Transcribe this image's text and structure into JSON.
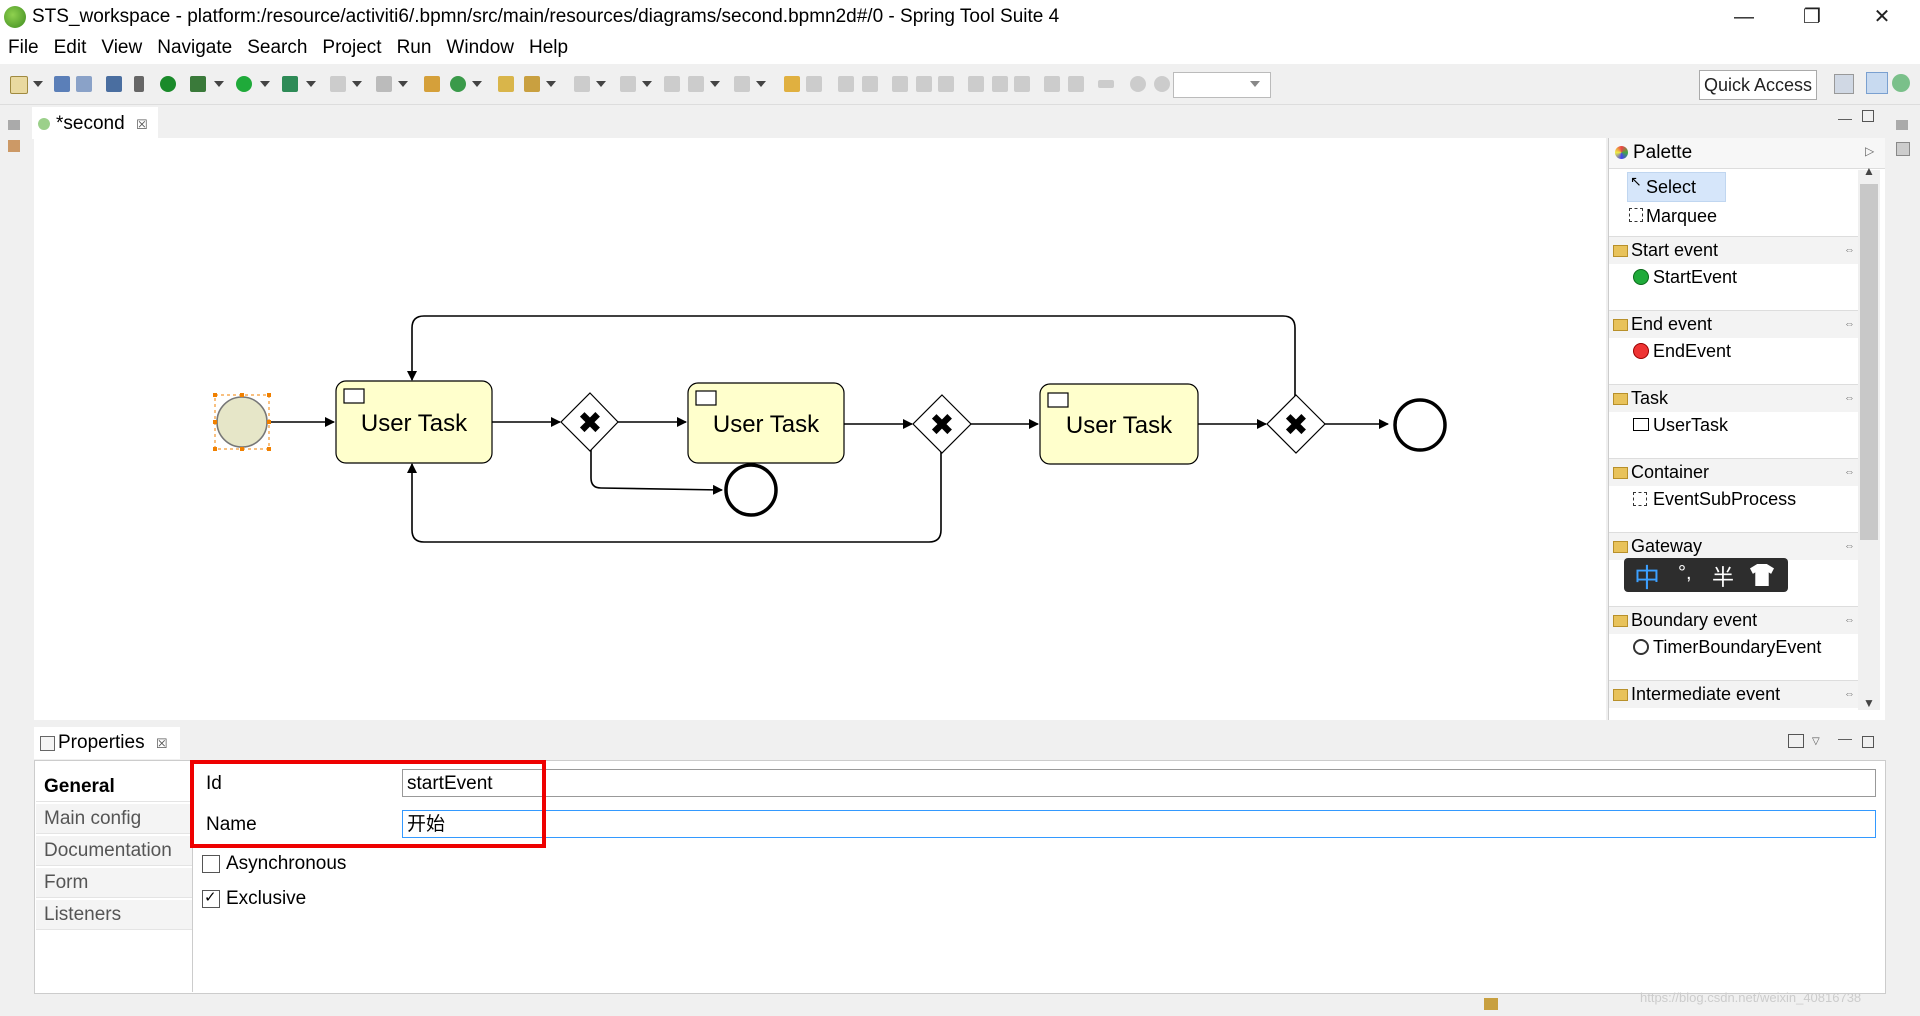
{
  "window": {
    "title": "STS_workspace - platform:/resource/activiti6/.bpmn/src/main/resources/diagrams/second.bpmn2d#/0 - Spring Tool Suite 4",
    "minimize": "—",
    "restore": "❐",
    "close": "✕"
  },
  "menu": [
    "File",
    "Edit",
    "View",
    "Navigate",
    "Search",
    "Project",
    "Run",
    "Window",
    "Help"
  ],
  "toolbar": {
    "quick_access": "Quick Access"
  },
  "editor": {
    "tab_label": "*second",
    "tab_close": "☒"
  },
  "diagram": {
    "tasks": [
      {
        "label": "User Task"
      },
      {
        "label": "User Task"
      },
      {
        "label": "User Task"
      }
    ],
    "gateway_symbol": "✖"
  },
  "palette": {
    "title": "Palette",
    "tools": [
      {
        "label": "Select",
        "selected": true
      },
      {
        "label": "Marquee"
      }
    ],
    "drawers": [
      {
        "label": "Start event",
        "item": "StartEvent"
      },
      {
        "label": "End event",
        "item": "EndEvent"
      },
      {
        "label": "Task",
        "item": "UserTask"
      },
      {
        "label": "Container",
        "item": "EventSubProcess"
      },
      {
        "label": "Gateway",
        "item": ""
      },
      {
        "label": "Boundary event",
        "item": "TimerBoundaryEvent"
      },
      {
        "label": "Intermediate event",
        "item": ""
      }
    ]
  },
  "ime": {
    "char1": "中",
    "char2": "°,",
    "char3": "半"
  },
  "properties": {
    "tab_label": "Properties",
    "tab_close": "☒",
    "sections": [
      "General",
      "Main config",
      "Documentation",
      "Form",
      "Listeners"
    ],
    "active_section": "General",
    "id_label": "Id",
    "id_value": "startEvent",
    "name_label": "Name",
    "name_value": "开始",
    "async_label": "Asynchronous",
    "async_checked": false,
    "exclusive_label": "Exclusive",
    "exclusive_checked": true
  },
  "watermark": "https://blog.csdn.net/weixin_40816738",
  "colors": {
    "accent": "#3399ff",
    "highlight": "#e00000",
    "task_fill": "#ffffcc",
    "start_fill": "#e6e6c8",
    "select_handle": "#f08000"
  }
}
